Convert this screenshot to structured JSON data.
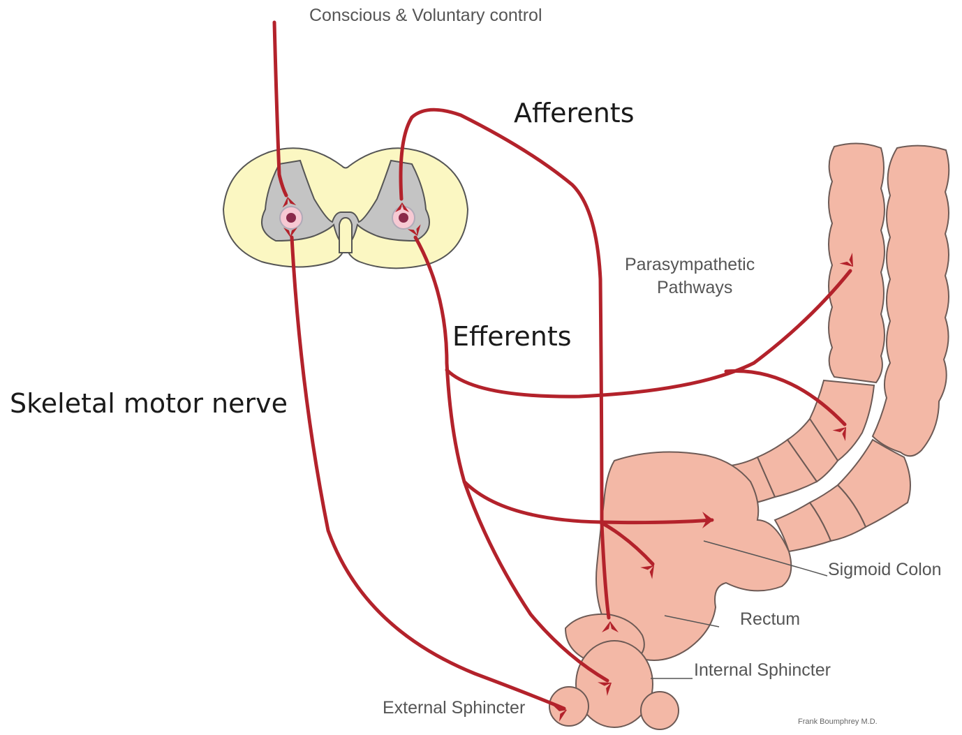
{
  "labels": {
    "conscious_control": "Conscious & Voluntary control",
    "afferents": "Afferents",
    "efferents": "Efferents",
    "skeletal_motor_nerve": "Skeletal motor nerve",
    "parasympathetic_line1": "Parasympathetic",
    "parasympathetic_line2": "Pathways",
    "sigmoid_colon": "Sigmoid Colon",
    "rectum": "Rectum",
    "internal_sphincter": "Internal Sphincter",
    "external_sphincter": "External Sphincter",
    "credit": "Frank Boumphrey M.D."
  },
  "colors": {
    "nerve": "#b3222b",
    "colon_tissue": "#f3b8a6",
    "spinal_white_matter": "#fbf7c2",
    "spinal_gray_matter": "#c4c4c4",
    "neuron_body": "#8a2a4a"
  }
}
